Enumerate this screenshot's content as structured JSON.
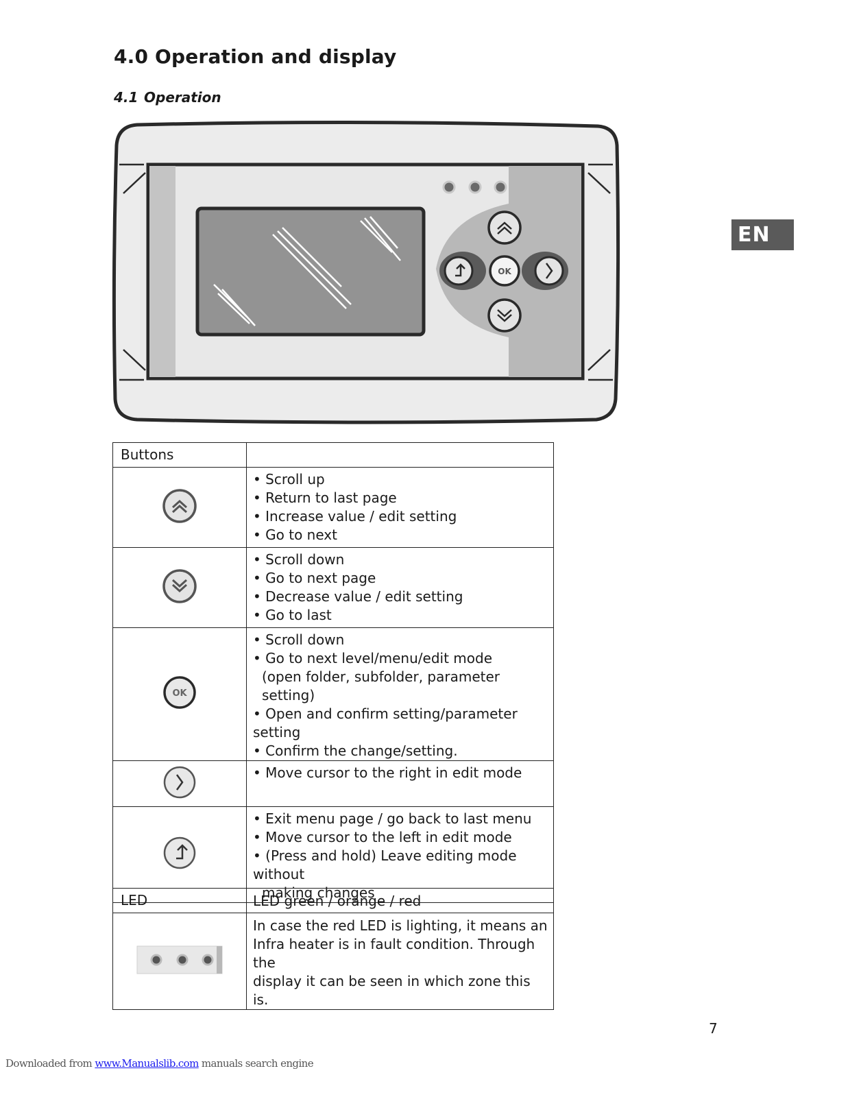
{
  "heading": {
    "number": "4.0",
    "title": "Operation and display"
  },
  "subheading": {
    "number": "4.1",
    "title": "Operation"
  },
  "lang_tab": "EN",
  "buttons_table": {
    "header": "Buttons",
    "rows": [
      {
        "icon": "scroll-up-icon",
        "lines": [
          "• Scroll up",
          "• Return to last page",
          "• Increase value / edit setting",
          "• Go to next"
        ]
      },
      {
        "icon": "scroll-down-icon",
        "lines": [
          "• Scroll down",
          "• Go to next page",
          "• Decrease value / edit setting",
          "• Go to last"
        ]
      },
      {
        "icon": "ok-icon",
        "icon_label": "OK",
        "lines": [
          "• Scroll down",
          "• Go to next level/menu/edit mode",
          "(open folder, subfolder, parameter setting)",
          "• Open and confirm setting/parameter setting",
          "• Confirm the change/setting."
        ]
      },
      {
        "icon": "right-arrow-icon",
        "lines": [
          "• Move cursor to the right in edit mode"
        ]
      },
      {
        "icon": "back-icon",
        "lines": [
          "• Exit menu page / go back to last menu",
          "• Move cursor to the left in edit mode",
          "• (Press and hold) Leave editing mode without",
          "making changes"
        ]
      }
    ]
  },
  "led_table": {
    "header_left": "LED",
    "header_right": "LED green / orange / red",
    "description": [
      "In case the red LED is lighting, it means an",
      "Infra heater is in fault condition. Through the",
      "display it can be seen in which zone this is."
    ]
  },
  "page_number": "7",
  "footer": {
    "prefix": "Downloaded from ",
    "link": "www.Manualslib.com",
    "suffix": " manuals search engine"
  }
}
